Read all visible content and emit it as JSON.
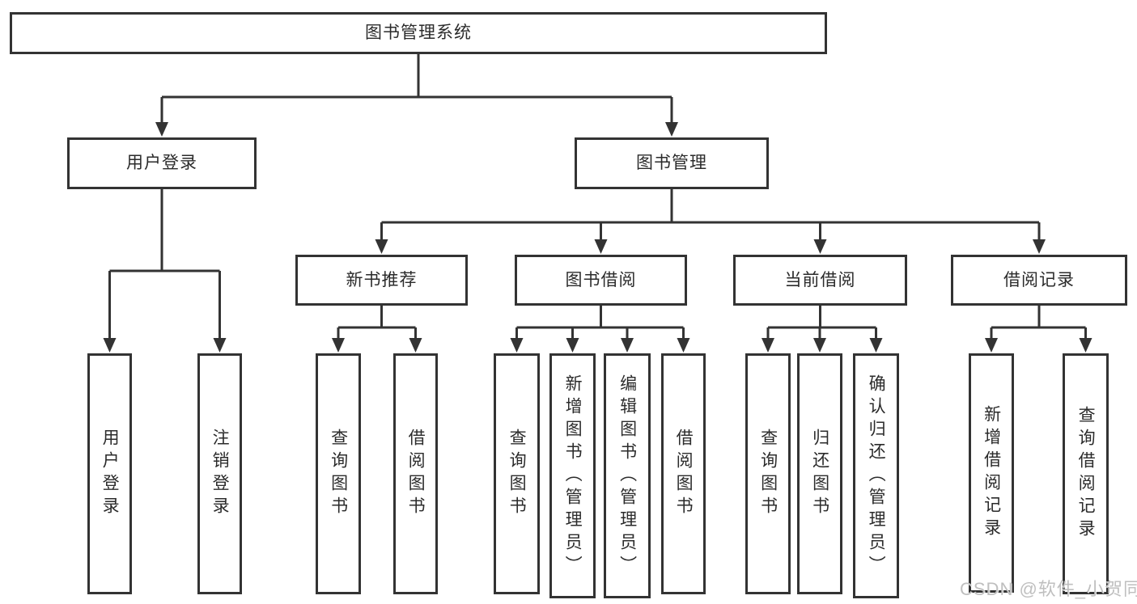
{
  "diagram": {
    "root": "图书管理系统",
    "level1": [
      "用户登录",
      "图书管理"
    ],
    "level2": [
      "新书推荐",
      "图书借阅",
      "当前借阅",
      "借阅记录"
    ],
    "leaves": {
      "user_login": [
        "用户登录",
        "注销登录"
      ],
      "new_book_rec": [
        "查询图书",
        "借阅图书"
      ],
      "book_borrow": [
        "查询图书",
        "新增图书（管理员）",
        "编辑图书（管理员）",
        "借阅图书"
      ],
      "current_borrow": [
        "查询图书",
        "归还图书",
        "确认归还（管理员）"
      ],
      "borrow_records": [
        "新增借阅记录",
        "查询借阅记录"
      ]
    },
    "watermark": "CSDN @软件_小贺同学",
    "colors": {
      "line": "#333333",
      "box_border": "#333333",
      "text": "#2b2b2b",
      "background": "#ffffff",
      "watermark": "#bfbfbf"
    }
  }
}
